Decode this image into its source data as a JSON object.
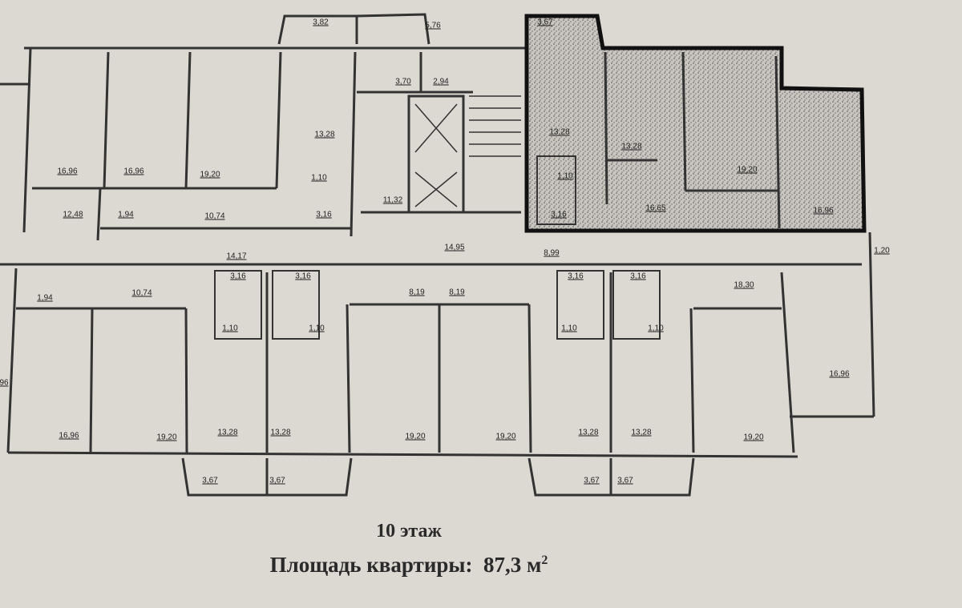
{
  "title": "10 этаж",
  "area_label": "Площадь квартиры:",
  "area_value": "87,3 м",
  "area_unit_sup": "2",
  "highlight_color": "#b8b4ae",
  "rooms": [
    "3,82",
    "5,76",
    "3,67",
    "3,70",
    "2,94",
    "13,28",
    "16,96",
    "16,96",
    "19,20",
    "11,32",
    "12,48",
    "1,94",
    "10,74",
    "3,16",
    "1,10",
    "13,28",
    "13,28",
    "19,20",
    "16,65",
    "16,96",
    "3,16",
    "1,10",
    "14,17",
    "14,95",
    "8,99",
    "1,20",
    "1,94",
    "10,74",
    "3,16",
    "3,16",
    "8,19",
    "8,19",
    "3,16",
    "3,16",
    "18,30",
    "1,10",
    "1,10",
    "1,10",
    "1,10",
    "16,96",
    "16,96",
    "19,20",
    "13,28",
    "13,28",
    "19,20",
    "19,20",
    "13,28",
    "13,28",
    "19,20",
    "3,67",
    "3,67",
    "3,67",
    "3,67",
    "96"
  ]
}
